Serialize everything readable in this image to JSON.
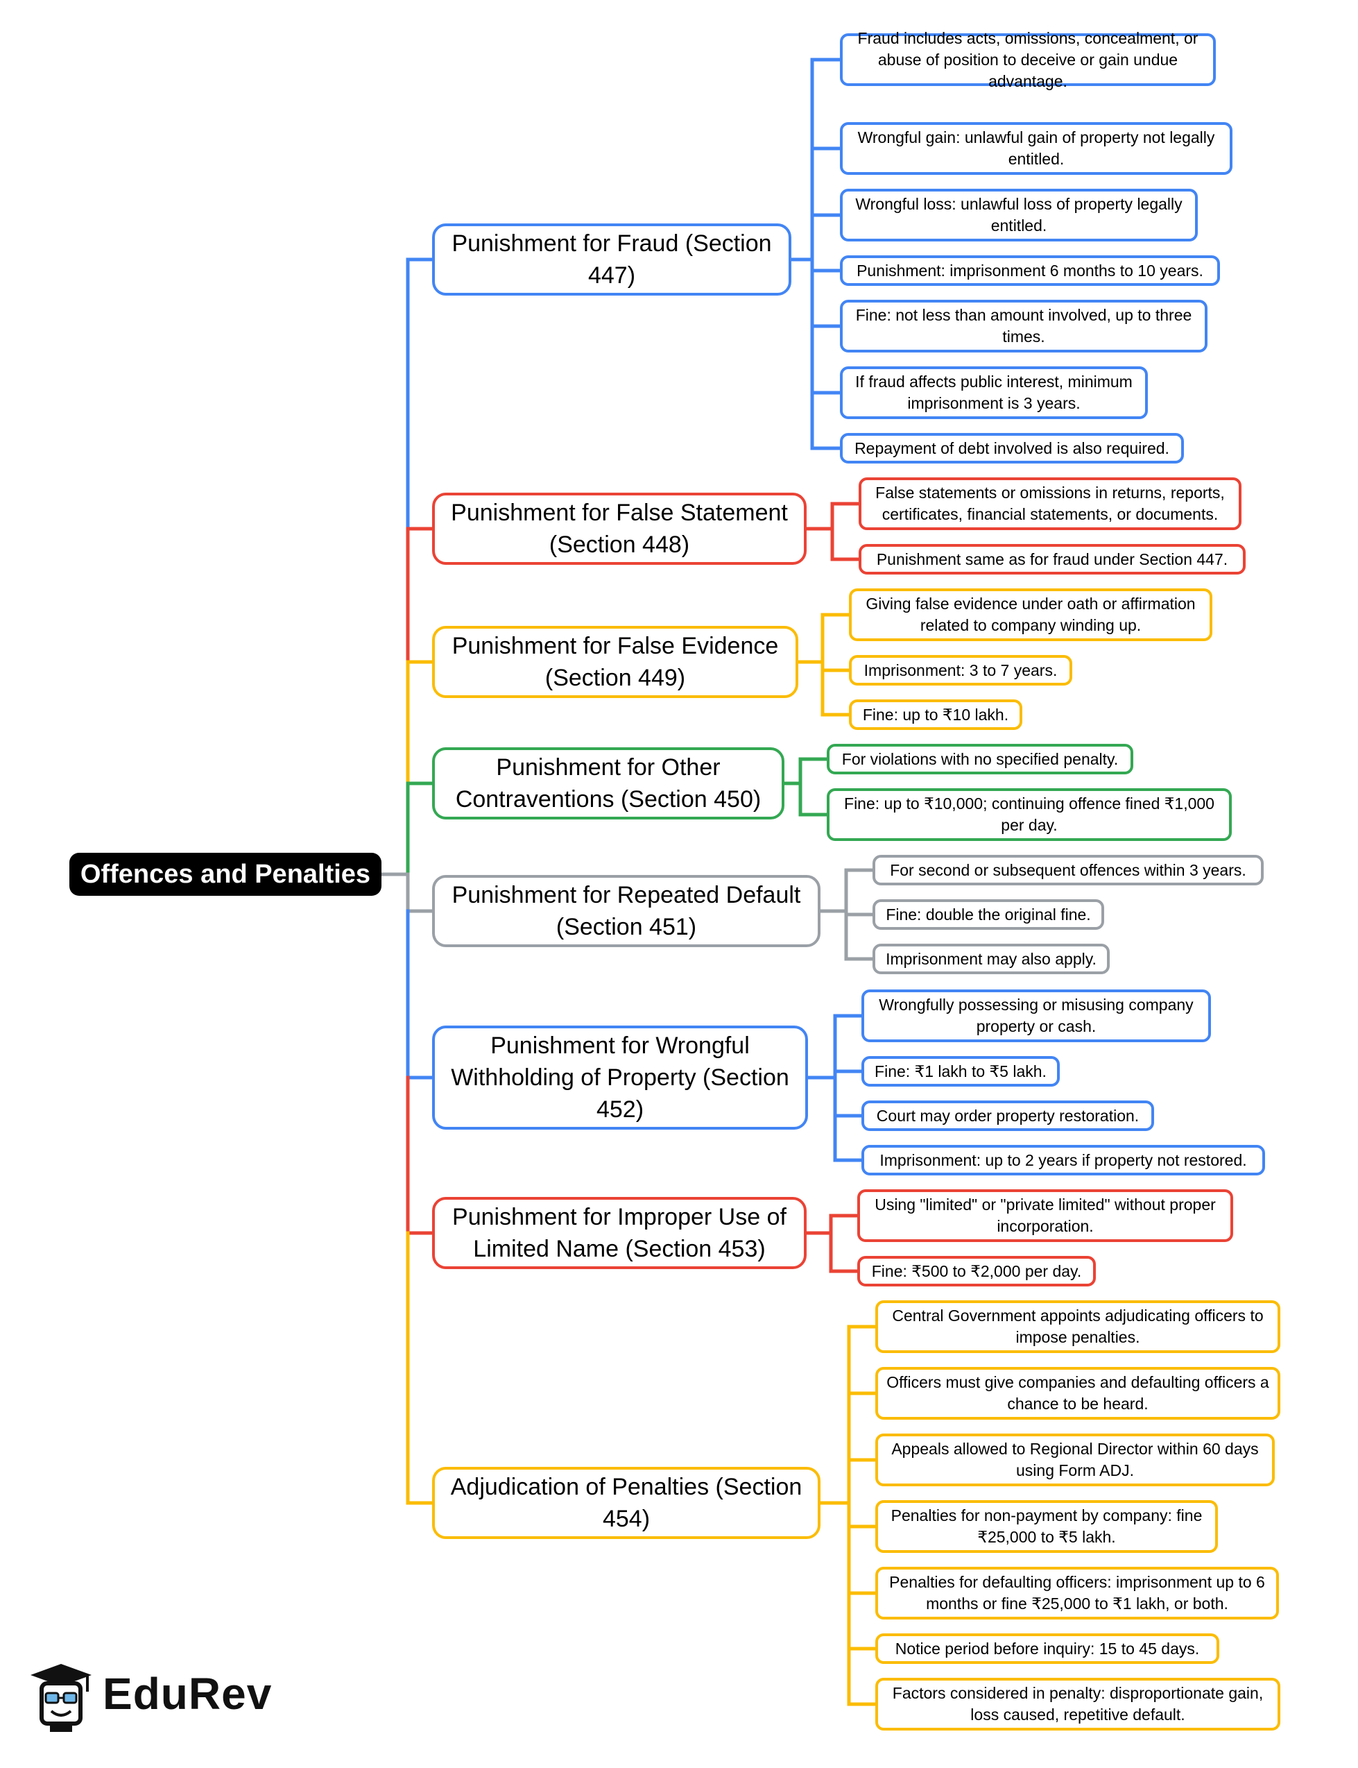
{
  "root": {
    "label": "Offences and Penalties"
  },
  "colors": {
    "blue": "#4285F4",
    "red": "#EA4335",
    "yellow": "#FBBC04",
    "green": "#34A853",
    "gray": "#9AA0A6",
    "root_link": "#9AA0A6"
  },
  "branches": [
    {
      "color": "blue",
      "label": "Punishment for Fraud (Section 447)",
      "children": [
        "Fraud includes acts, omissions, concealment, or abuse of position to deceive or gain undue advantage.",
        "Wrongful gain: unlawful gain of property not legally entitled.",
        "Wrongful loss: unlawful loss of property legally entitled.",
        "Punishment: imprisonment 6 months to 10 years.",
        "Fine: not less than amount involved, up to three times.",
        "If fraud affects public interest, minimum imprisonment is 3 years.",
        "Repayment of debt involved is also required."
      ]
    },
    {
      "color": "red",
      "label": "Punishment for False Statement (Section 448)",
      "children": [
        "False statements or omissions in returns, reports, certificates, financial statements, or documents.",
        "Punishment same as for fraud under Section 447."
      ]
    },
    {
      "color": "yellow",
      "label": "Punishment for False Evidence (Section 449)",
      "children": [
        "Giving false evidence under oath or affirmation related to company winding up.",
        "Imprisonment: 3 to 7 years.",
        "Fine: up to ₹10 lakh."
      ]
    },
    {
      "color": "green",
      "label": "Punishment for Other Contraventions (Section 450)",
      "children": [
        "For violations with no specified penalty.",
        "Fine: up to ₹10,000; continuing offence fined ₹1,000 per day."
      ]
    },
    {
      "color": "gray",
      "label": "Punishment for Repeated Default (Section 451)",
      "children": [
        "For second or subsequent offences within 3 years.",
        "Fine: double the original fine.",
        "Imprisonment may also apply."
      ]
    },
    {
      "color": "blue",
      "label": "Punishment for Wrongful Withholding of Property (Section 452)",
      "children": [
        "Wrongfully possessing or misusing company property or cash.",
        "Fine: ₹1 lakh to ₹5 lakh.",
        "Court may order property restoration.",
        "Imprisonment: up to 2 years if property not restored."
      ]
    },
    {
      "color": "red",
      "label": "Punishment for Improper Use of Limited Name (Section 453)",
      "children": [
        "Using \"limited\" or \"private limited\" without proper incorporation.",
        "Fine: ₹500 to ₹2,000 per day."
      ]
    },
    {
      "color": "yellow",
      "label": "Adjudication of Penalties (Section 454)",
      "children": [
        "Central Government appoints adjudicating officers to impose penalties.",
        "Officers must give companies and defaulting officers a chance to be heard.",
        "Appeals allowed to Regional Director within 60 days using Form ADJ.",
        "Penalties for non-payment by company: fine ₹25,000 to ₹5 lakh.",
        "Penalties for defaulting officers: imprisonment up to 6 months or fine ₹25,000 to ₹1 lakh, or both.",
        "Notice period before inquiry: 15 to 45 days.",
        "Factors considered in penalty: disproportionate gain, loss caused, repetitive default."
      ]
    }
  ],
  "logo": {
    "text": "EduRev",
    "icon": "graduation-cap-mascot-icon"
  }
}
